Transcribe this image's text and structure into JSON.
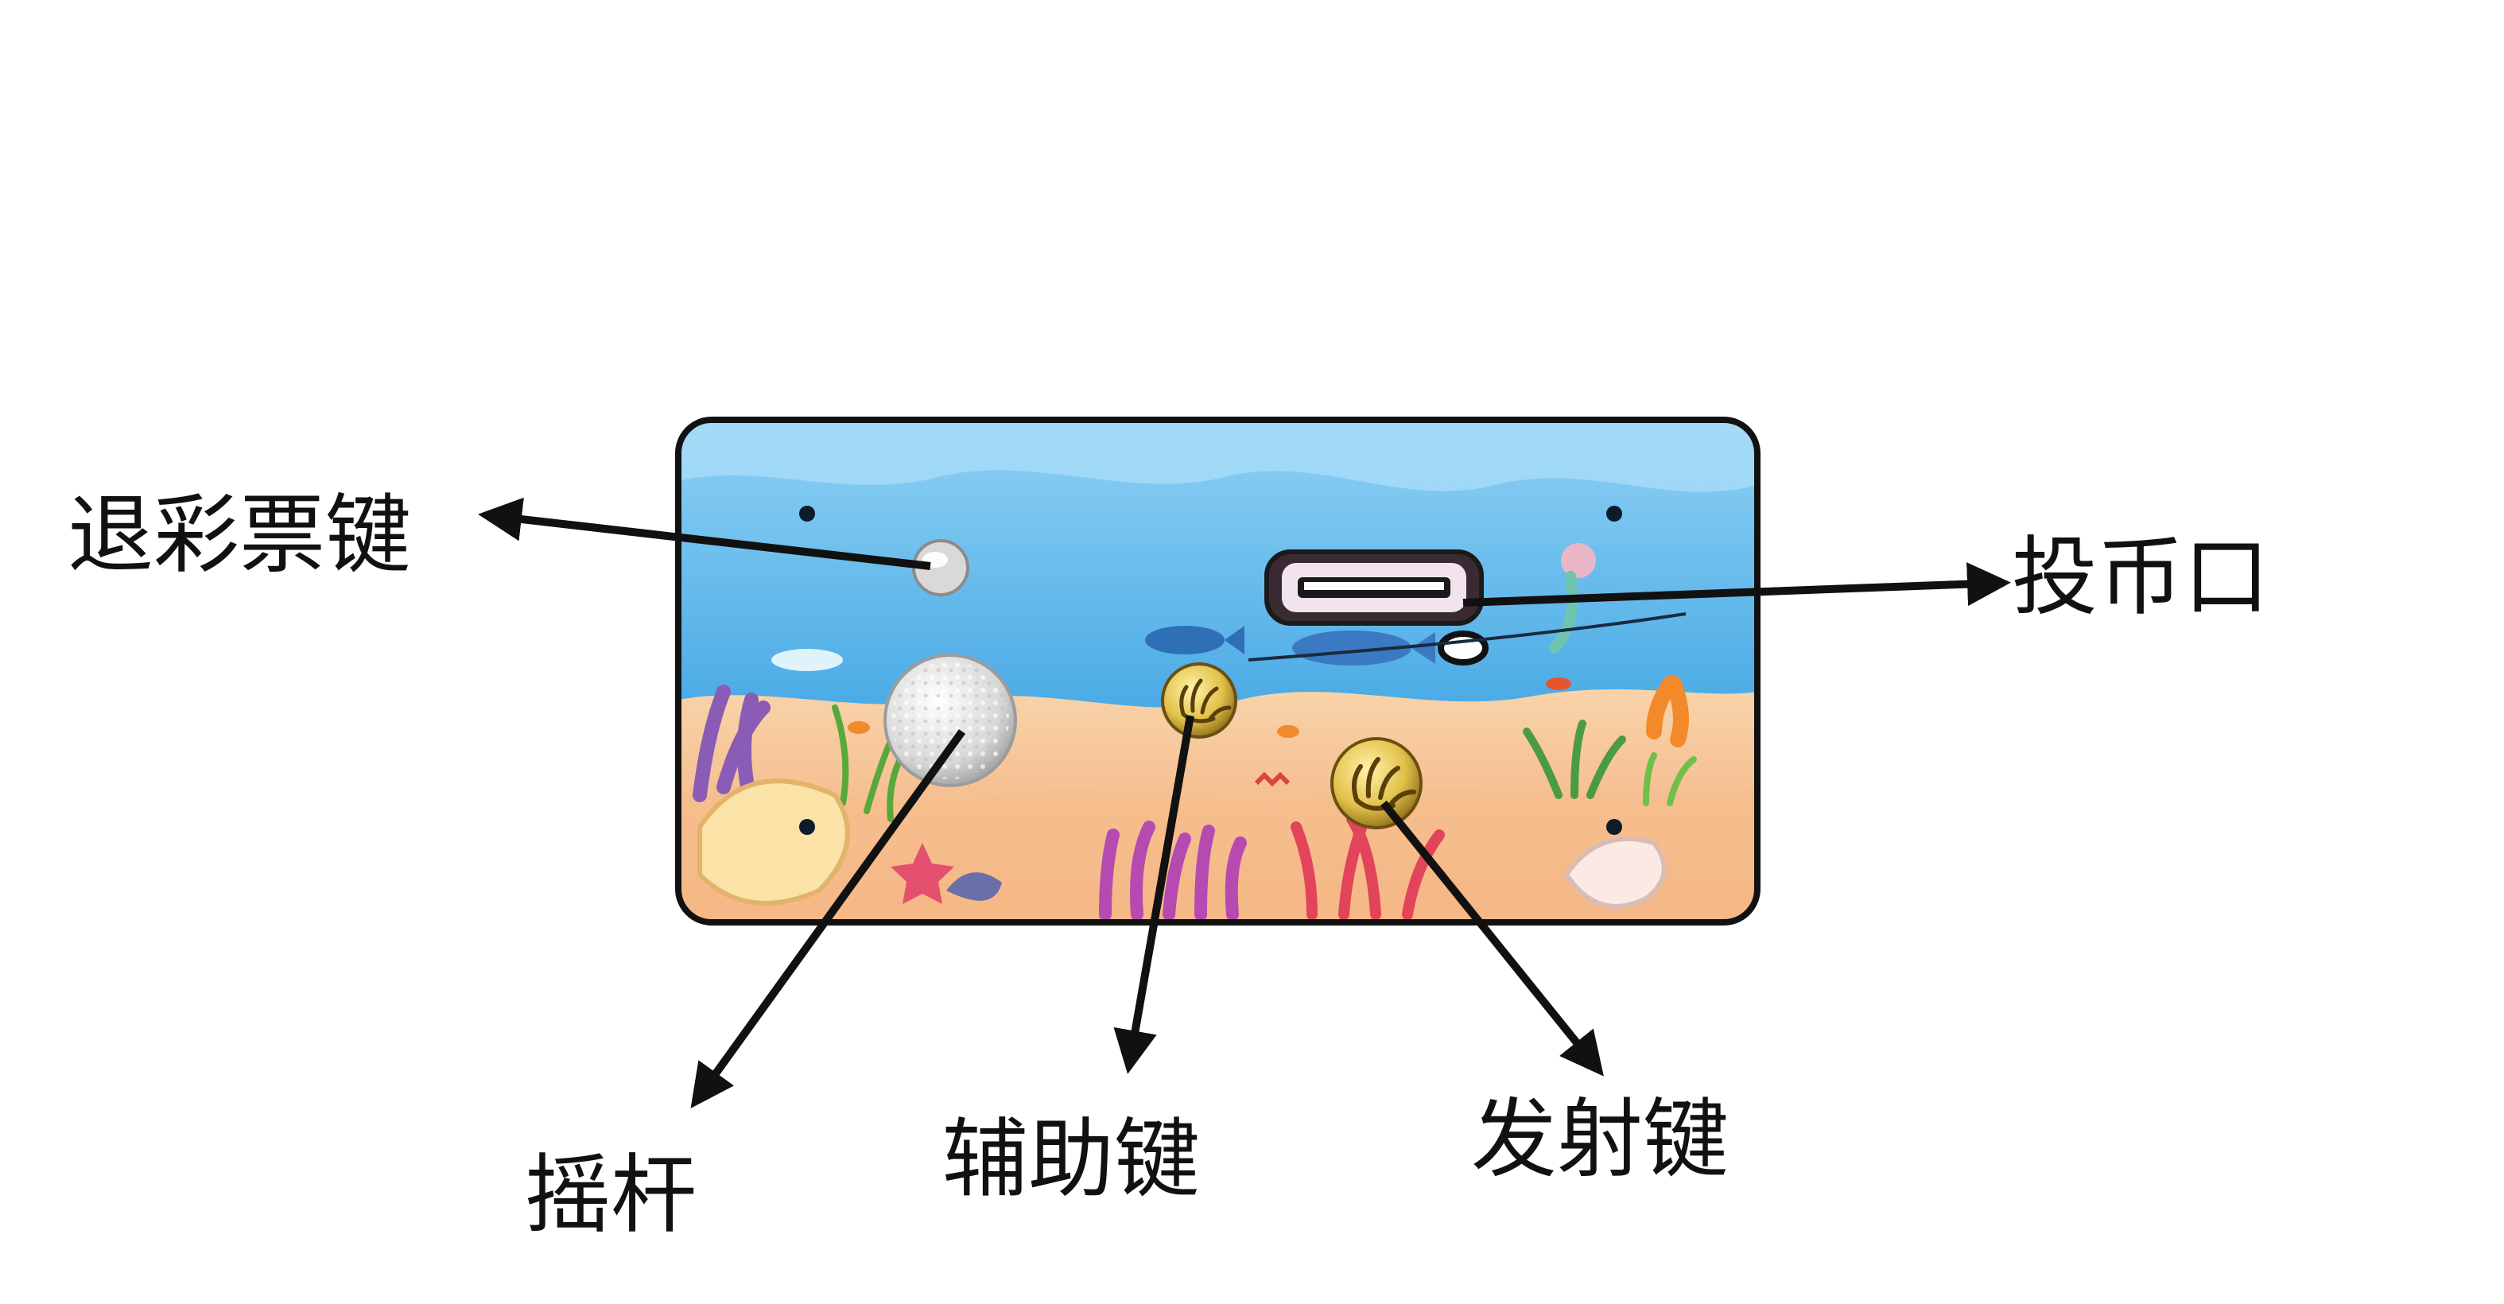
{
  "labels": {
    "ticket_return_button": "退彩票键",
    "coin_slot": "投币口",
    "joystick": "摇杆",
    "auxiliary_button": "辅助键",
    "fire_button": "发射键"
  },
  "colors": {
    "ink": "#111111",
    "water_top": "#8fd1f5",
    "water_bottom": "#3a9fde",
    "sand": "#f4b98a"
  },
  "icons": [
    "ticket-return-button-icon",
    "coin-slot-icon",
    "joystick-icon",
    "auxiliary-button-icon",
    "fire-button-icon",
    "hand-icon"
  ]
}
